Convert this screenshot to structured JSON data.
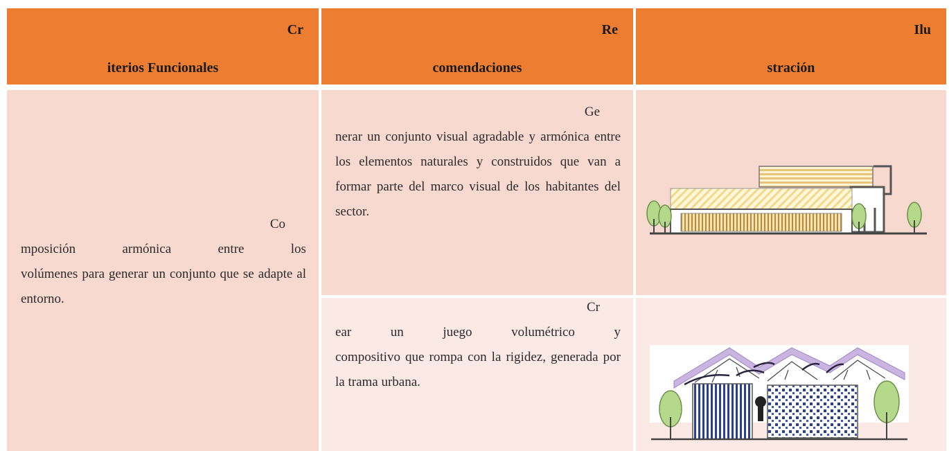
{
  "headers": [
    {
      "top": "Cr",
      "bottom": "iterios Funcionales"
    },
    {
      "top": "Re",
      "bottom": "comendaciones"
    },
    {
      "top": "Ilu",
      "bottom": "stración"
    }
  ],
  "criterio": {
    "top": "Co",
    "line1_words": [
      "mposición",
      "armónica",
      "entre",
      "los"
    ],
    "rest": "volúmenes para generar un conjunto que se adapte al entorno."
  },
  "recomendaciones": [
    {
      "top": "Ge",
      "text": "nerar un conjunto visual agradable y armónica entre los elementos naturales y construidos que van a formar parte del marco visual  de los habitantes del sector."
    },
    {
      "top": "Cr",
      "line1_words": [
        "ear",
        "un",
        "juego",
        "volumétrico",
        "y"
      ],
      "rest": "compositivo que rompa con la rigidez, generada por la trama urbana."
    }
  ],
  "illustrations": [
    {
      "name": "building-elevation-illustration"
    },
    {
      "name": "volumetric-play-illustration"
    }
  ],
  "colors": {
    "header": "#ed7d31",
    "row_pink": "#f8d9d0",
    "row_light": "#fbe9e6"
  }
}
